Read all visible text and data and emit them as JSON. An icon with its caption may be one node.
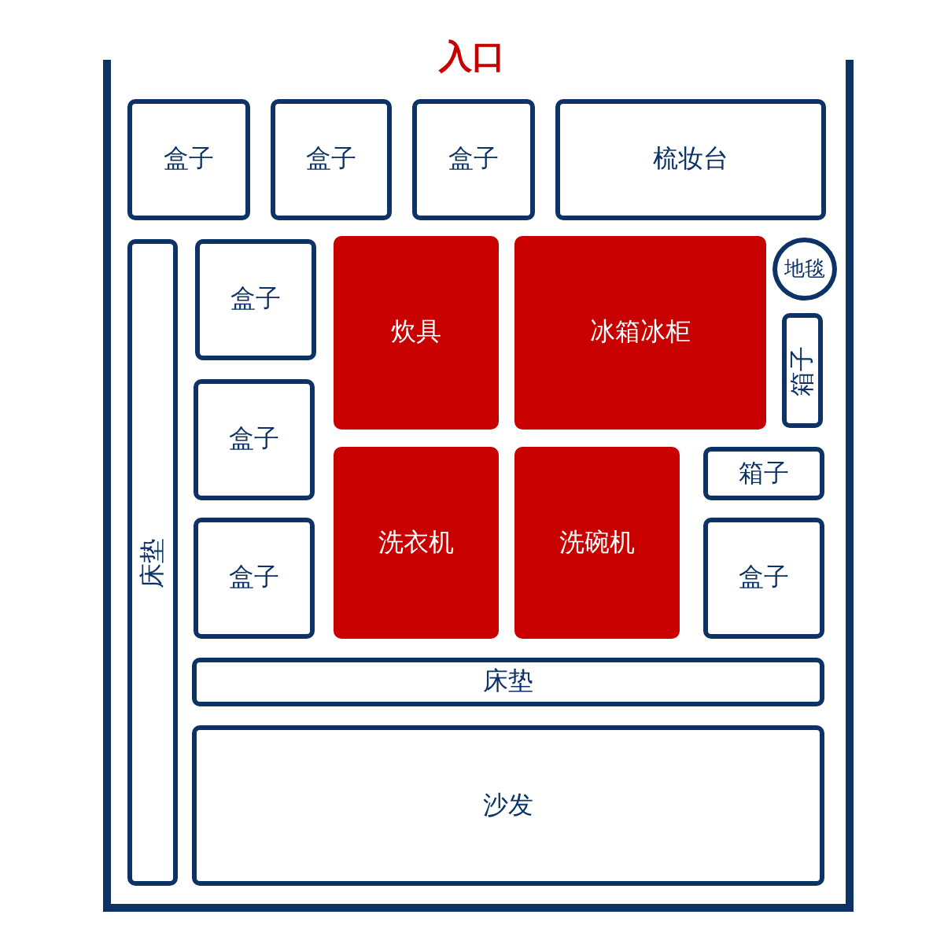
{
  "diagram": {
    "title": "入口",
    "nodes": [
      {
        "text": [
          "盒子"
        ]
      },
      {
        "text": [
          "盒子"
        ]
      },
      {
        "text": [
          "盒子"
        ]
      },
      {
        "text": [
          "梳妆台"
        ]
      },
      {
        "text": [
          "床垫"
        ]
      },
      {
        "text": [
          "盒子"
        ]
      },
      {
        "text": [
          "炊具"
        ]
      },
      {
        "text": [
          "冰箱冰柜"
        ]
      },
      {
        "text": [
          "地毯"
        ]
      },
      {
        "text": [
          "箱子"
        ]
      },
      {
        "text": [
          "盒子"
        ]
      },
      {
        "text": [
          "箱子"
        ]
      },
      {
        "text": [
          "洗衣机"
        ]
      },
      {
        "text": [
          "洗碗机"
        ]
      },
      {
        "text": [
          "盒子"
        ]
      },
      {
        "text": [
          "盒子"
        ]
      },
      {
        "text": [
          "床垫"
        ]
      },
      {
        "text": [
          "沙发"
        ]
      }
    ]
  }
}
